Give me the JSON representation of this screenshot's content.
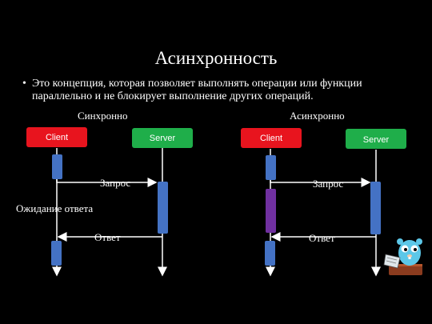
{
  "slide": {
    "title": "Асинхронность",
    "bullet": "Это концепция, которая позволяет выполнять операции или функции параллельно и не блокирует выполнение других операций."
  },
  "diagrams": [
    {
      "heading": "Синхронно",
      "client_label": "Client",
      "server_label": "Server",
      "request_label": "Запрос",
      "wait_label": "Ожидание ответа",
      "response_label": "Ответ"
    },
    {
      "heading": "Асинхронно",
      "client_label": "Client",
      "server_label": "Server",
      "request_label": "Запрос",
      "response_label": "Ответ"
    }
  ],
  "colors": {
    "client": "#e8141e",
    "server": "#1fae4a",
    "activation": "#4472c4",
    "async_activation": "#7030a0",
    "line": "#ffffff"
  },
  "icons": [
    "gopher-mascot-icon"
  ]
}
